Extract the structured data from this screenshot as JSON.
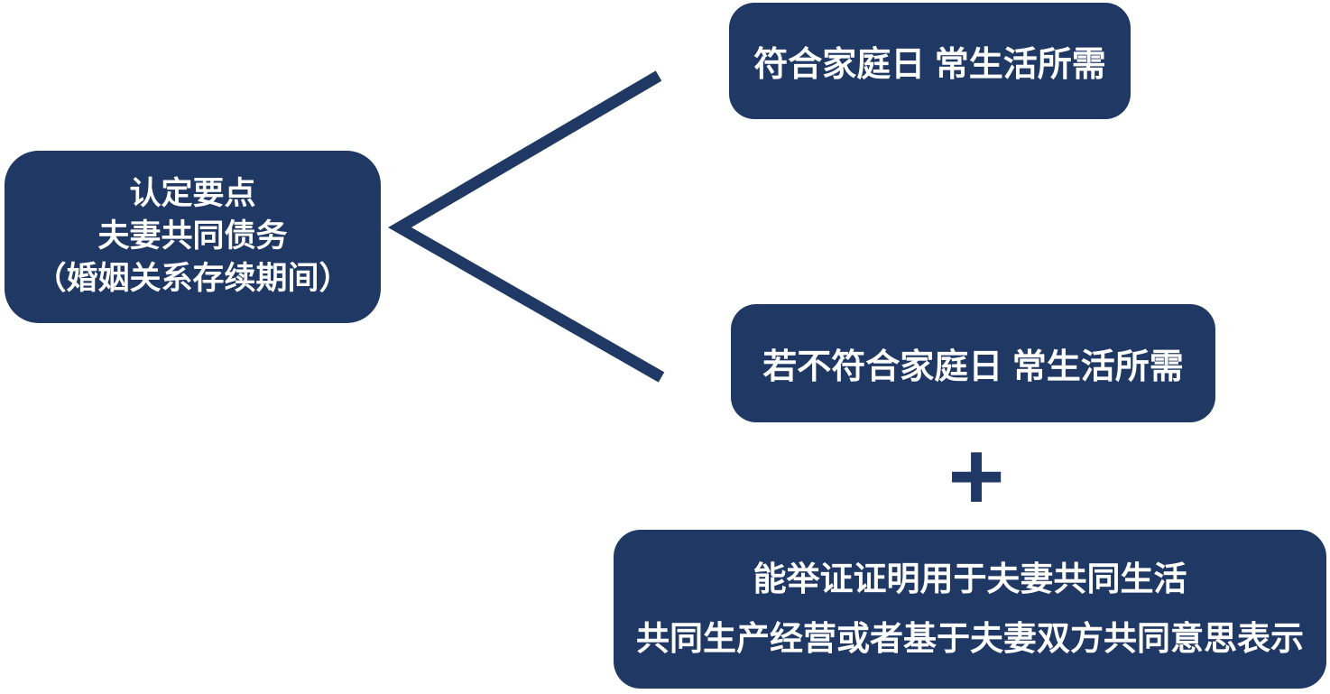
{
  "diagram": {
    "accent_color": "#1F3864",
    "background_color": "#FFFFFF",
    "text_color": "#FFFFFF",
    "root": {
      "line1": "认定要点",
      "line2": "夫妻共同债务",
      "line3": "（婚姻关系存续期间）"
    },
    "branches": {
      "top": "符合家庭日 常生活所需",
      "bottom": "若不符合家庭日 常生活所需"
    },
    "plus_icon": "+",
    "condition": {
      "line1": "能举证证明用于夫妻共同生活",
      "line2": "共同生产经营或者基于夫妻双方共同意思表示"
    }
  }
}
